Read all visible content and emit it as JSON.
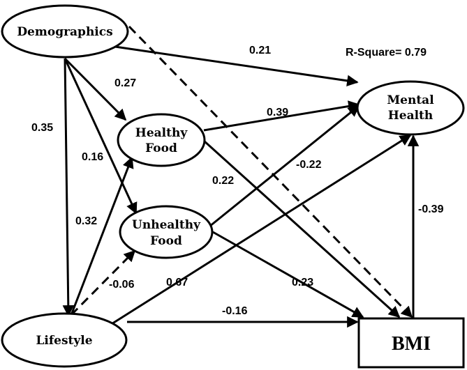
{
  "nodes": {
    "demographics": {
      "label": "Demographics"
    },
    "healthy_food": {
      "line1": "Healthy",
      "line2": "Food"
    },
    "unhealthy_food": {
      "line1": "Unhealthy",
      "line2": "Food"
    },
    "lifestyle": {
      "label": "Lifestyle"
    },
    "mental_health": {
      "line1": "Mental",
      "line2": "Health"
    },
    "bmi": {
      "label": "BMI"
    }
  },
  "r_square": "R-Square= 0.79",
  "paths": [
    {
      "from": "demographics",
      "to": "mental_health",
      "coefficient": "0.21",
      "style": "solid"
    },
    {
      "from": "demographics",
      "to": "healthy_food",
      "coefficient": "0.27",
      "style": "solid"
    },
    {
      "from": "demographics",
      "to": "lifestyle",
      "coefficient": "0.35",
      "style": "solid"
    },
    {
      "from": "demographics",
      "to": "unhealthy_food",
      "coefficient": "0.16",
      "style": "solid"
    },
    {
      "from": "demographics",
      "to": "bmi",
      "coefficient": "",
      "style": "dashed"
    },
    {
      "from": "healthy_food",
      "to": "mental_health",
      "coefficient": "0.39",
      "style": "solid"
    },
    {
      "from": "healthy_food",
      "to": "bmi",
      "coefficient": "0.22",
      "style": "solid"
    },
    {
      "from": "unhealthy_food",
      "to": "mental_health",
      "coefficient": "-0.22",
      "style": "solid"
    },
    {
      "from": "unhealthy_food",
      "to": "bmi",
      "coefficient": "0.23",
      "style": "solid"
    },
    {
      "from": "lifestyle",
      "to": "healthy_food",
      "coefficient": "0.32",
      "style": "solid"
    },
    {
      "from": "lifestyle",
      "to": "unhealthy_food",
      "coefficient": "-0.06",
      "style": "dashed"
    },
    {
      "from": "lifestyle",
      "to": "mental_health",
      "coefficient": "0.67",
      "style": "solid"
    },
    {
      "from": "lifestyle",
      "to": "bmi",
      "coefficient": "-0.16",
      "style": "solid"
    },
    {
      "from": "bmi",
      "to": "mental_health",
      "coefficient": "-0.39",
      "style": "solid"
    }
  ]
}
